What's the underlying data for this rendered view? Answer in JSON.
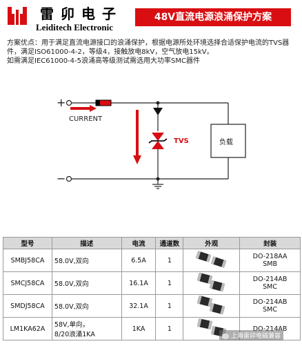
{
  "header": {
    "brand_cn": "雷卯电子",
    "brand_en": "Leiditech Electronic",
    "title": "48V直流电源浪涌保护方案"
  },
  "description": {
    "line1": "方案优点：用于满足直流电源接口的浪涌保护，根据电源所处环境选择合适保护电流的TVS器件，满足ISO61000-4-2，等级4，接触放电8kV，空气放电15kV。",
    "line2": "如需满足IEC61000-4-5浪涌高等级测试需选用大功率SMC器件"
  },
  "circuit": {
    "plus": "+",
    "minus": "−",
    "current_label": "CURRENT",
    "tvs_label": "TVS",
    "load_label": "负载"
  },
  "table": {
    "headers": [
      "型号",
      "描述",
      "电流",
      "通道数",
      "外观",
      "封装"
    ],
    "rows": [
      {
        "model": "SMBJ58CA",
        "desc1": "58.0V,双向",
        "desc2": "",
        "current": "6.5A",
        "channels": "1",
        "pkg1": "DO-218AA",
        "pkg2": "SMB"
      },
      {
        "model": "SMCJ58CA",
        "desc1": "58.0V,双向",
        "desc2": "",
        "current": "16.1A",
        "channels": "1",
        "pkg1": "DO-214AB",
        "pkg2": "SMC"
      },
      {
        "model": "SMDJ58CA",
        "desc1": "58.0V,双向",
        "desc2": "",
        "current": "32.1A",
        "channels": "1",
        "pkg1": "DO-214AB",
        "pkg2": "SMC"
      },
      {
        "model": "LM1KA62A",
        "desc1": "58V,单向，",
        "desc2": "8/20浪涌1KA",
        "current": "1KA",
        "channels": "1",
        "pkg1": "DO-214AB",
        "pkg2": ""
      }
    ]
  },
  "watermark": "上海雷卯电磁兼容",
  "colors": {
    "accent": "#d80e12",
    "header_gray": "#d9d9d9"
  }
}
